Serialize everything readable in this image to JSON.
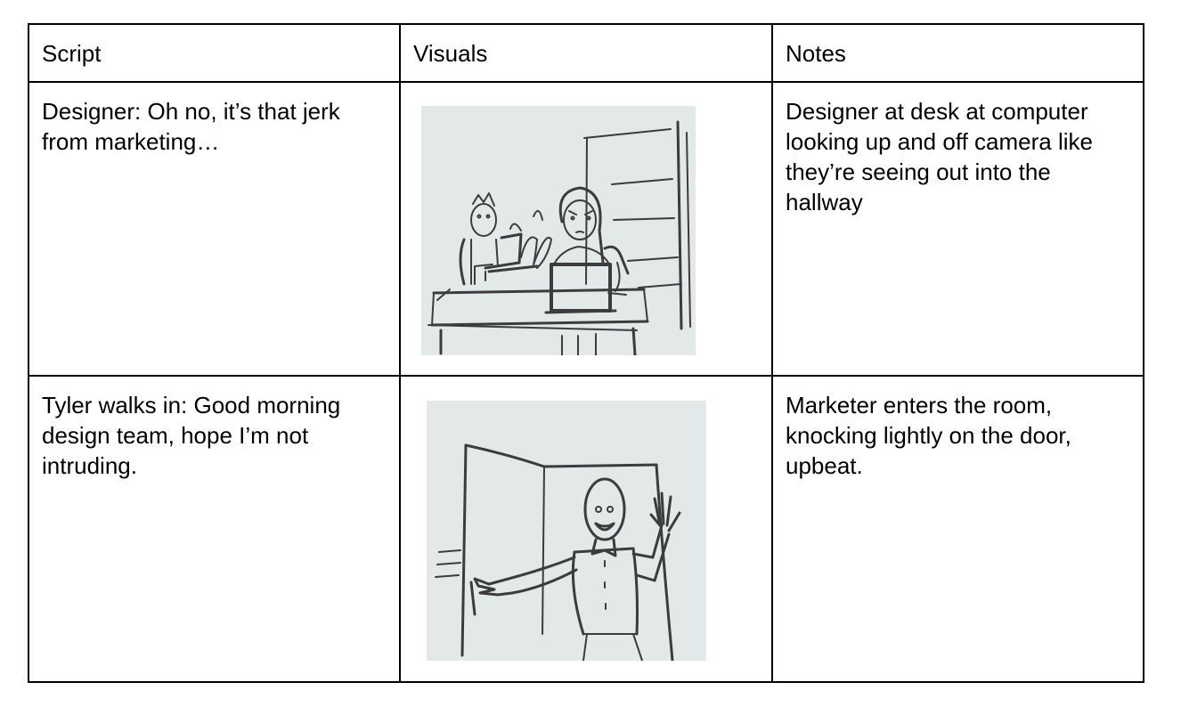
{
  "table": {
    "headers": {
      "script": "Script",
      "visuals": "Visuals",
      "notes": "Notes"
    },
    "rows": [
      {
        "script": "Designer: Oh no, it’s that jerk from marketing…",
        "visual_icon": "designer-at-desk-sketch",
        "notes": "Designer at desk at computer looking up and off camera like they’re seeing out into the hallway"
      },
      {
        "script": "Tyler walks in: Good morning design team, hope I’m not intruding.",
        "visual_icon": "marketer-entering-door-sketch",
        "notes": "Marketer enters the room, knocking lightly on the door, upbeat."
      }
    ]
  },
  "colors": {
    "sketch_background": "#e2e9e8",
    "sketch_line": "#3c3c3c",
    "border": "#000000"
  }
}
